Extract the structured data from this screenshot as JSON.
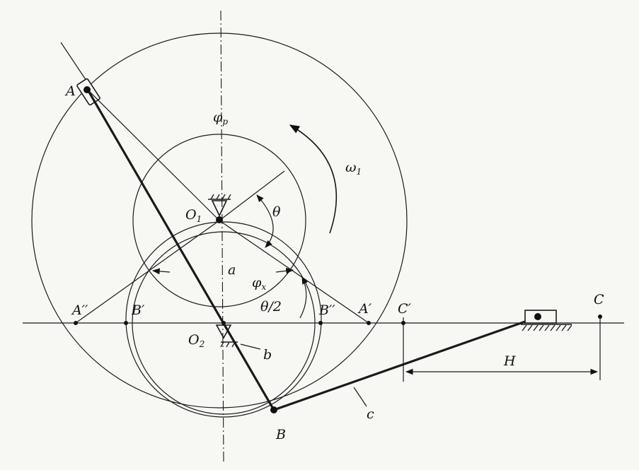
{
  "labels": {
    "A": "A",
    "B": "B",
    "A_prime": "A′",
    "A_double": "A′′",
    "B_prime": "B′",
    "B_double": "B′′",
    "C": "C",
    "C_prime": "C′",
    "O1": "O",
    "O1_sub": "1",
    "O2": "O",
    "O2_sub": "2",
    "a": "a",
    "b": "b",
    "c": "c",
    "H": "H",
    "omega": "ω",
    "omega_sub": "1",
    "theta": "θ",
    "theta_half": "θ/2",
    "phi_p": "φ",
    "phi_p_sub": "p",
    "phi_x": "φ",
    "phi_x_sub": "x"
  }
}
